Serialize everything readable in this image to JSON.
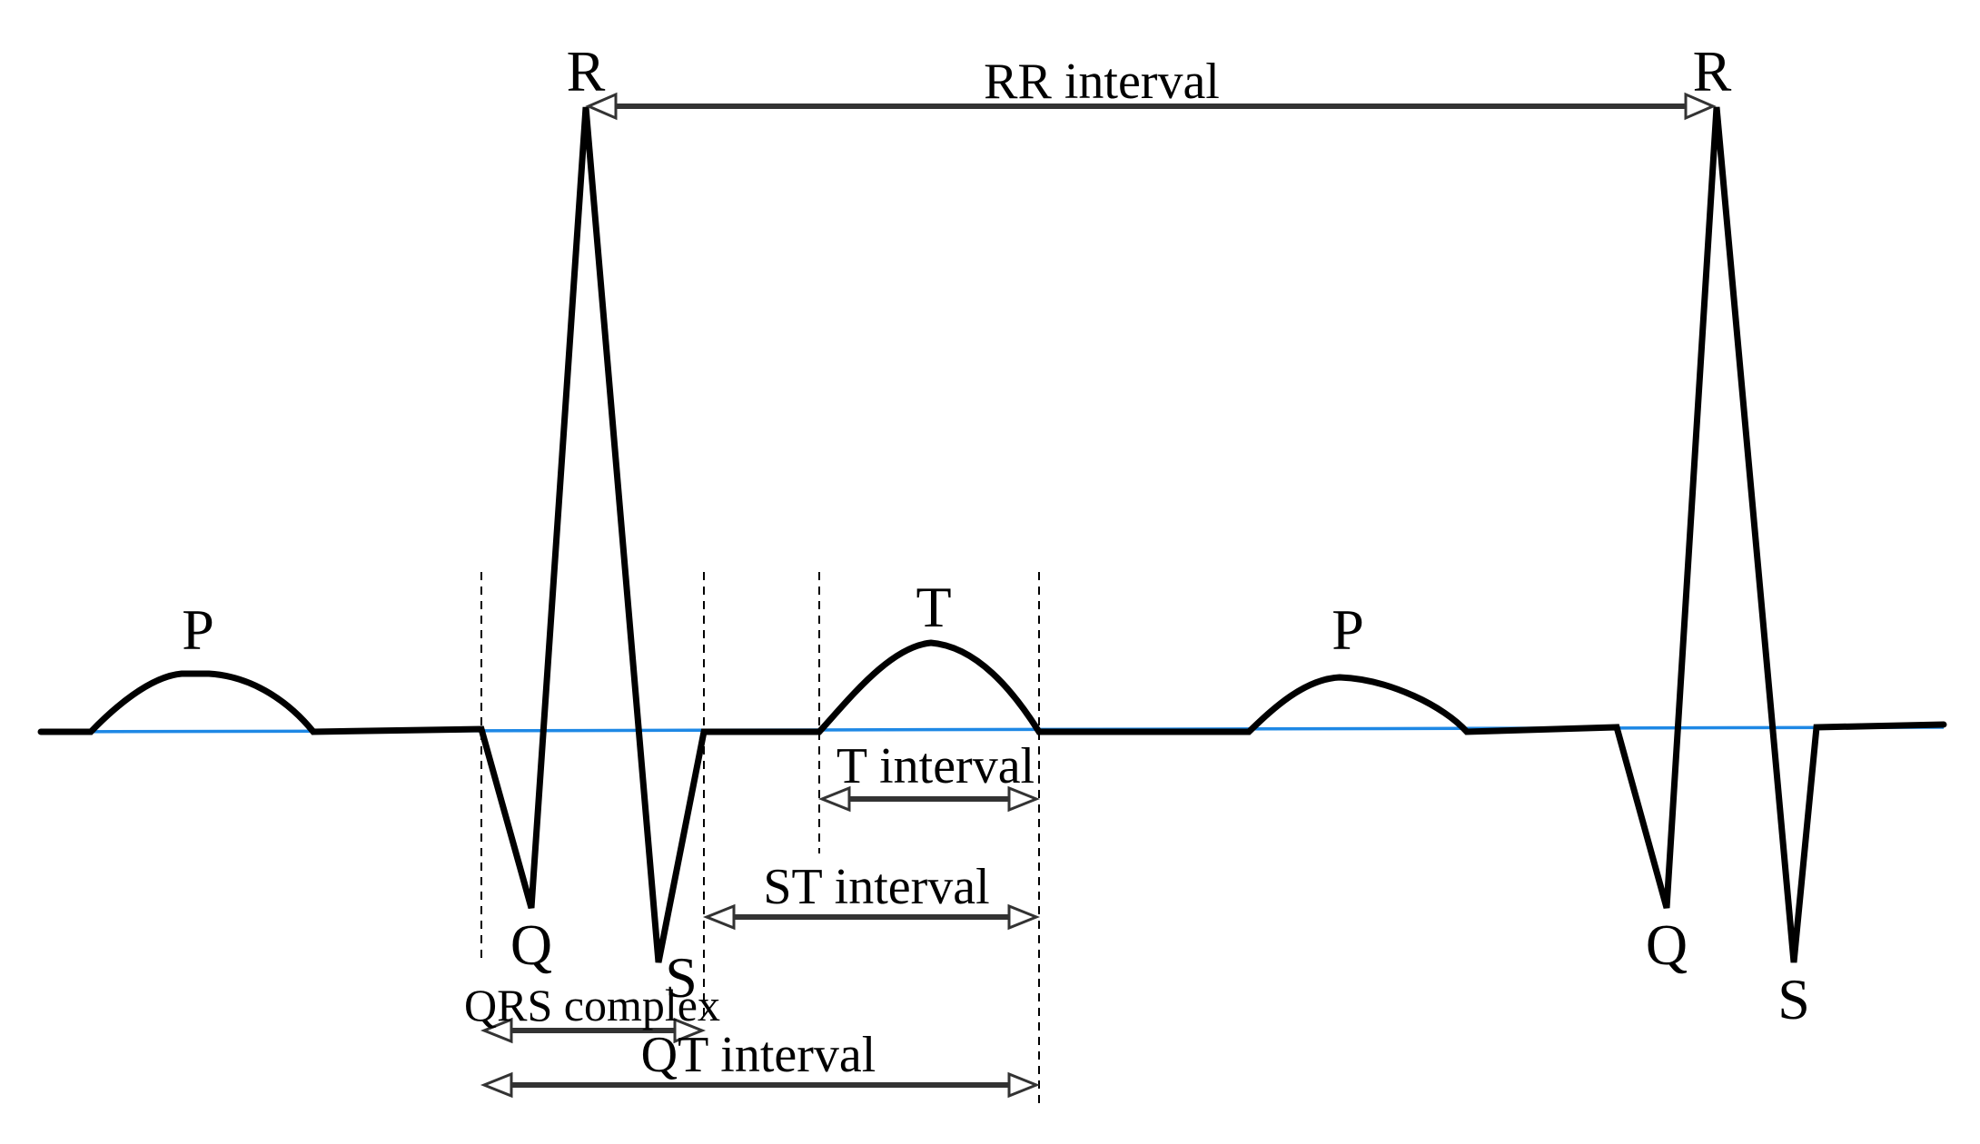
{
  "waves": {
    "p1": "P",
    "r1": "R",
    "q1": "Q",
    "s1": "S",
    "t": "T",
    "p2": "P",
    "r2": "R",
    "q2": "Q",
    "s2": "S"
  },
  "intervals": {
    "rr": "RR interval",
    "t": "T interval",
    "st": "ST interval",
    "qrs": "QRS complex",
    "qt": "QT interval"
  },
  "colors": {
    "trace": "#000000",
    "baseline": "#1e88e5",
    "arrow": "#333333"
  }
}
